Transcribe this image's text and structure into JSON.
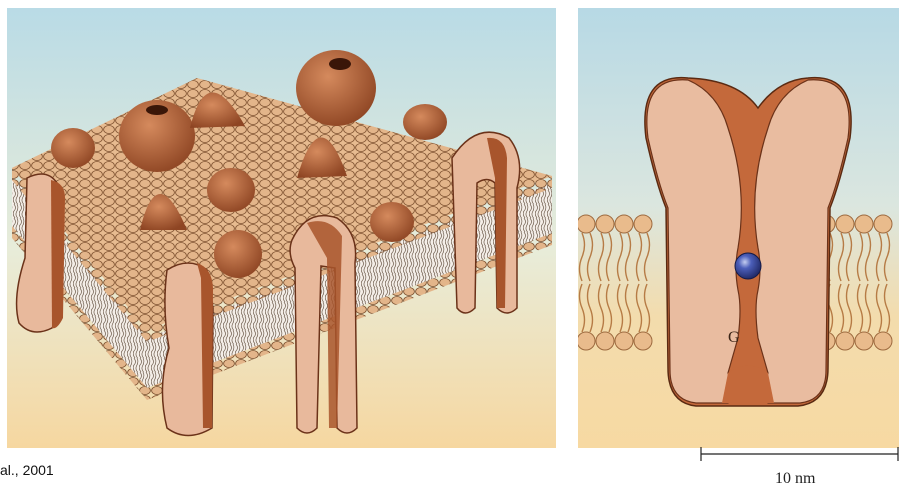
{
  "citation": "al., 2001",
  "scale_bar_label": "10 nm",
  "channel_label": "G",
  "colors": {
    "sky": "#b7d9e5",
    "sand": "#f5d9a3",
    "lipid_head": "#e4b78d",
    "protein_light": "#e8b99c",
    "protein_dark": "#b45d33",
    "ion": "#3f50a8"
  },
  "icons": {
    "ion": "blue-sphere-icon"
  }
}
